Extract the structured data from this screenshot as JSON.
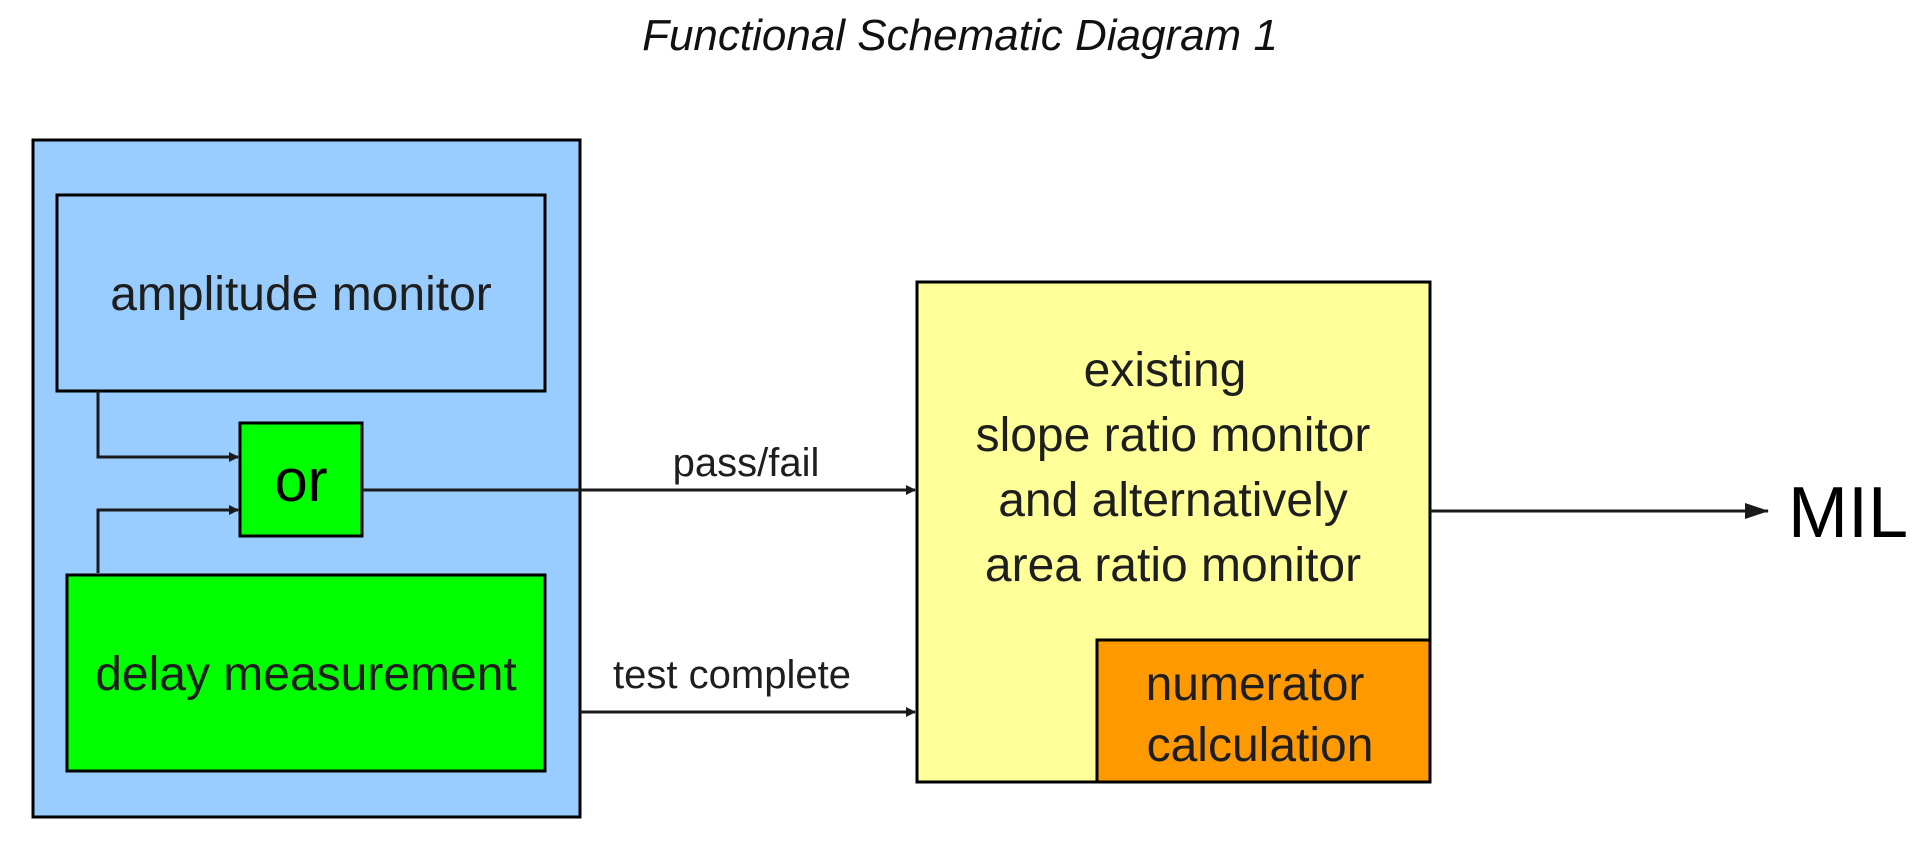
{
  "title": "Functional Schematic Diagram 1",
  "blocks": {
    "amplitude_monitor": "amplitude monitor",
    "or_gate": "or",
    "delay_measurement": "delay measurement",
    "monitor_lines": [
      "existing",
      "slope ratio monitor",
      "and alternatively",
      "area ratio monitor"
    ],
    "numerator_lines": [
      "numerator",
      "calculation"
    ]
  },
  "signals": {
    "pass_fail": "pass/fail",
    "test_complete": "test complete"
  },
  "output": "MIL",
  "colors": {
    "outer_box": "#99ccff",
    "amplitude_box": "#99ccff",
    "green": "#00ff00",
    "monitor_box": "#ffff99",
    "numerator_box": "#ff9900",
    "lines": "#1a1a1a"
  }
}
